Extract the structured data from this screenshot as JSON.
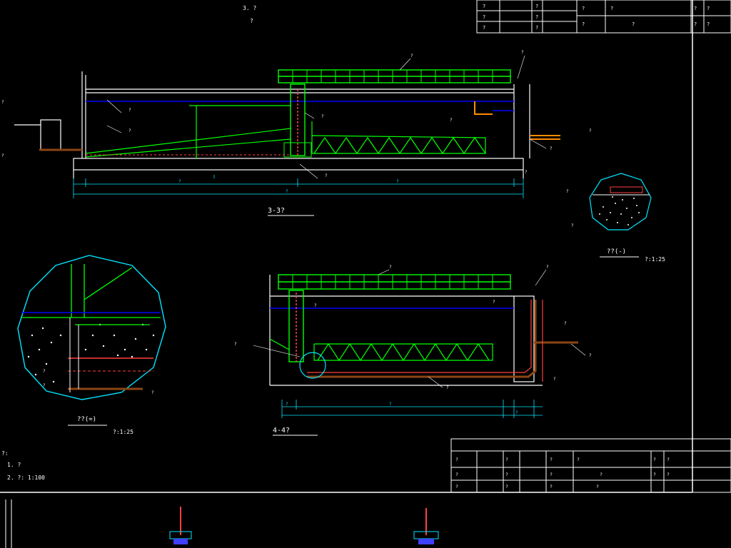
{
  "title_block_top": {
    "rows": [
      [
        "?",
        "?"
      ],
      [
        "?",
        "?"
      ],
      [
        "?",
        "?"
      ]
    ],
    "project_label": "?",
    "project_name": "?",
    "drawing_label": "?",
    "drawing_name": "?",
    "code_label_1": "?",
    "code_value_1": "?",
    "code_label_2": "?",
    "code_value_2": "?"
  },
  "notes_top": [
    "3.  ?",
    "?"
  ],
  "section_3": {
    "title": "3-3?",
    "dims": [
      "?",
      "?",
      "?"
    ],
    "labels": [
      "?",
      "?",
      "?",
      "?",
      "?",
      "?",
      "?",
      "?",
      "?",
      "?",
      "?",
      "?"
    ]
  },
  "section_4": {
    "title": "4-4?",
    "dims": [
      "?",
      "?",
      "?"
    ],
    "labels": [
      "?",
      "?",
      "?",
      "?",
      "?",
      "?",
      "?",
      "?",
      "?"
    ]
  },
  "detail_1": {
    "title": "??(-)",
    "scale": "?:1:25",
    "labels": [
      "?",
      "?"
    ]
  },
  "detail_2": {
    "title": "??(=)",
    "scale": "?:1:25",
    "labels": [
      "?",
      "?",
      "?"
    ]
  },
  "notes_bottom": [
    "?:",
    "1. ?",
    "2. ?:  1:100"
  ],
  "title_block_bottom": {
    "rows": [
      [
        "?",
        "?"
      ],
      [
        "?",
        "?"
      ],
      [
        "?",
        "?"
      ]
    ],
    "project_label": "?",
    "project_name": "?",
    "drawing_label": "?",
    "drawing_name": "?",
    "sheet_label": "?",
    "sheet_value": "?",
    "code_label_1": "?",
    "code_value_1": "?",
    "code_label_2": "?",
    "code_value_2": "?"
  },
  "colors": {
    "background": "#000000",
    "frame": "#ffffff",
    "structure": "#00ff00",
    "pipe": "#0000ff",
    "dimension": "#00e5ff",
    "column": "#ff4040",
    "concrete": "#8b4513",
    "label_ref": "#ffff00"
  }
}
